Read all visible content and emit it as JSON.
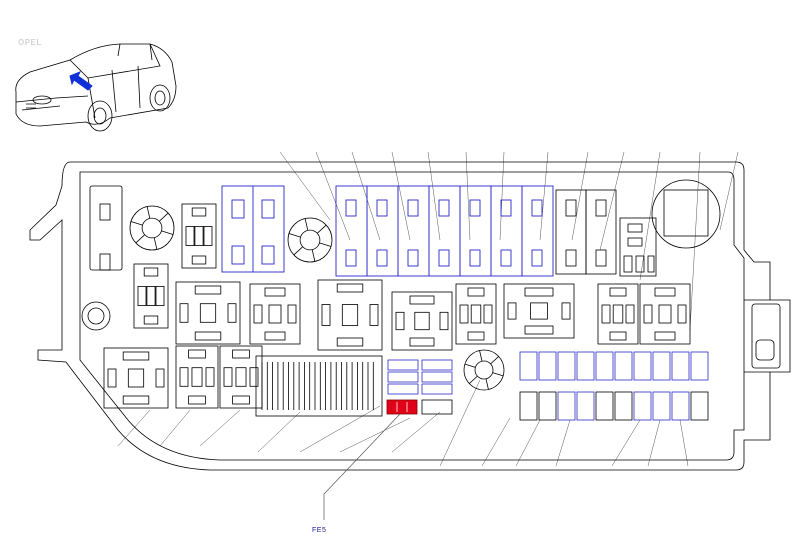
{
  "watermark_text": "OPEL",
  "callout_label": "FE5",
  "colors": {
    "outline": "#000000",
    "highlight_fuse": "#e00018",
    "blue_outline": "#2a2ac8",
    "arrow": "#1030d8",
    "leader": "#555555",
    "label": "#1a1aa0"
  },
  "icons": [
    "car-icon",
    "location-arrow-icon"
  ],
  "highlighted_component": "FE5"
}
